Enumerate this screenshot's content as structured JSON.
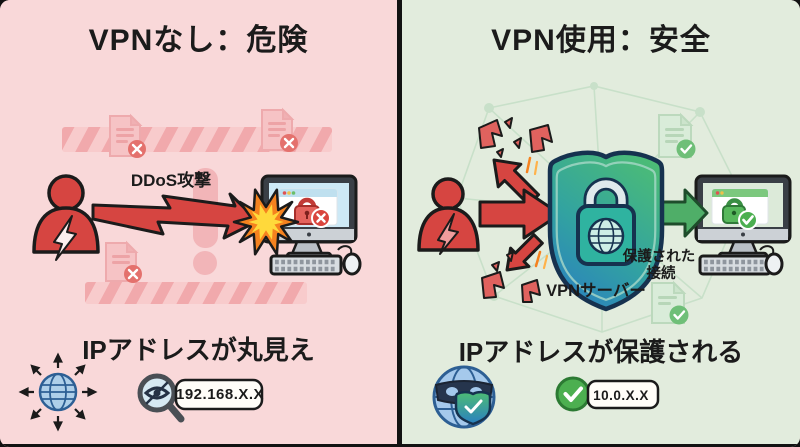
{
  "left": {
    "title": "VPNなし：危険",
    "attack_label": "DDoS攻撃",
    "headline": "IPアドレスが丸見え",
    "ip_value": "192.168.X.X"
  },
  "right": {
    "title": "VPN使用：安全",
    "server_label": "VPNサーバー",
    "connection_label": {
      "line1": "保護された",
      "line2": "接続"
    },
    "headline": "IPアドレスが保護される",
    "ip_value": "10.0.X.X"
  },
  "colors": {
    "left_bg": "#f9d8d9",
    "right_bg": "#e2ecdd",
    "danger_red": "#d64541",
    "safe_green": "#4caf50",
    "shield_green": "#4dbd74",
    "shield_blue": "#2a7fc1",
    "lock_teal": "#2fb3a0",
    "explosion_orange": "#f5821f",
    "explosion_yellow": "#ffd93b",
    "screen_blue": "#cde9f6",
    "screen_green": "#dcead9",
    "text": "#1b1b1b"
  },
  "icons": {
    "attacker": "person-with-lightning",
    "blocked_document": "document-with-x",
    "safe_document": "document-with-check",
    "exposed_globe": "globe-broadcast-arrows",
    "masked_globe": "globe-with-mask-and-shield",
    "eye_magnifier": "magnifier-eye",
    "vpn_shield": "shield-lock-globe",
    "check": "✓",
    "cross": "✕"
  }
}
